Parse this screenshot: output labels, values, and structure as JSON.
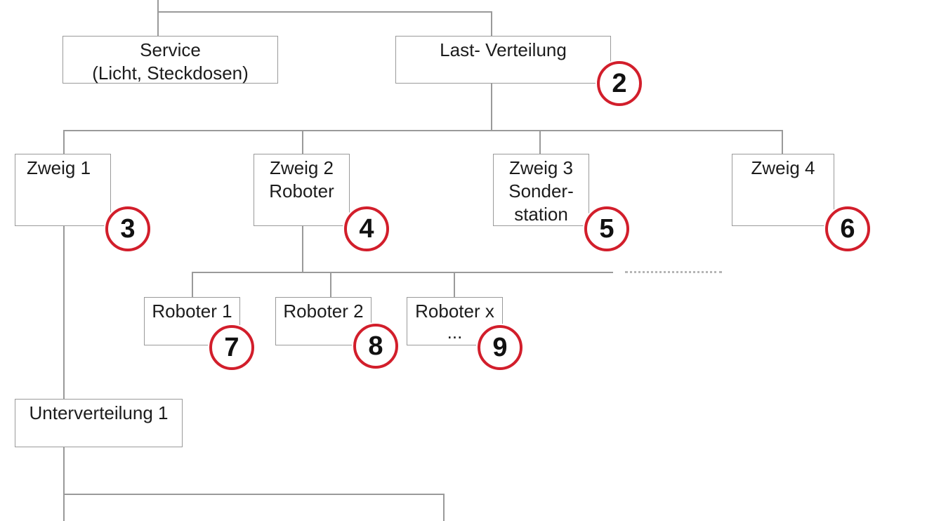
{
  "diagram": {
    "colors": {
      "line": "#9a9a9a",
      "badge_ring": "#d21e2b",
      "box_text": "#1c1c1c"
    },
    "service": {
      "line1": "Service",
      "line2": "(Licht, Steckdosen)"
    },
    "lastverteilung": {
      "label": "Last- Verteilung",
      "badge": "2"
    },
    "zweig1": {
      "label": "Zweig 1",
      "badge": "3"
    },
    "zweig2": {
      "line1": "Zweig 2",
      "line2": "Roboter",
      "badge": "4"
    },
    "zweig3": {
      "line1": "Zweig 3",
      "line2": "Sonder-",
      "line3": "station",
      "badge": "5"
    },
    "zweig4": {
      "label": "Zweig 4",
      "badge": "6"
    },
    "roboter1": {
      "label": "Roboter 1",
      "badge": "7"
    },
    "roboter2": {
      "label": "Roboter 2",
      "badge": "8"
    },
    "roboterx": {
      "line1": "Roboter x",
      "line2": "...",
      "badge": "9"
    },
    "unterverteilung1": {
      "label": "Unterverteilung 1"
    }
  }
}
